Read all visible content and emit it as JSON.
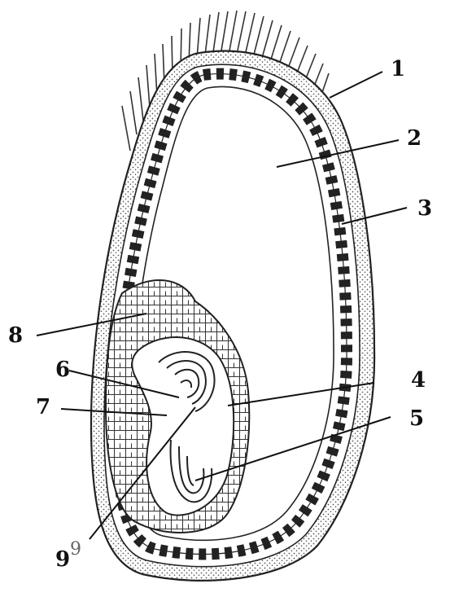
{
  "labels": [
    "1",
    "2",
    "3",
    "4",
    "5",
    "6",
    "7",
    "8",
    "9"
  ],
  "stray_mark": "9",
  "colors": {
    "ink": "#222222",
    "paper": "#ffffff",
    "dots": "#555555"
  }
}
